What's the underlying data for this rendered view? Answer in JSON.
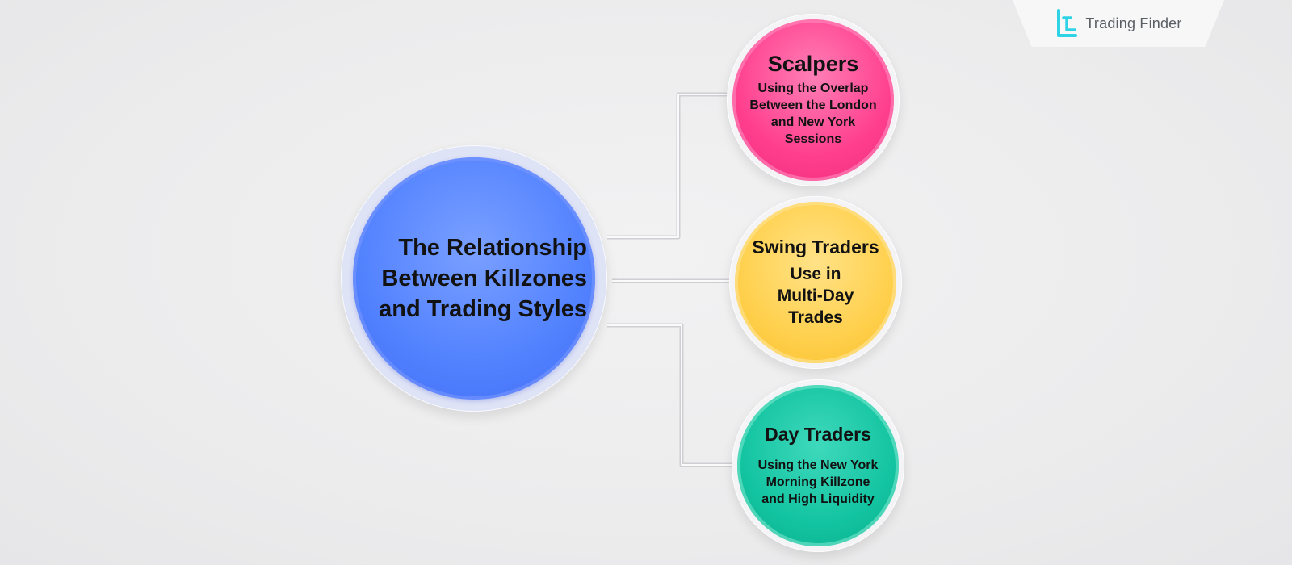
{
  "brand": {
    "name": "Trading Finder",
    "accent_color": "#2fd3e6"
  },
  "main_node": {
    "title": "The Relationship\nBetween Killzones\nand Trading Styles",
    "color": "#5584ff"
  },
  "nodes": [
    {
      "title": "Scalpers",
      "description": "Using the Overlap\nBetween the London\nand New York\nSessions",
      "color": "#ff3f8e"
    },
    {
      "title": "Swing Traders",
      "description": "Use in\nMulti-Day\nTrades",
      "color": "#ffd04d"
    },
    {
      "title": "Day Traders",
      "description": "Using the New York\nMorning Killzone\nand High Liquidity",
      "color": "#13c4a1"
    }
  ]
}
